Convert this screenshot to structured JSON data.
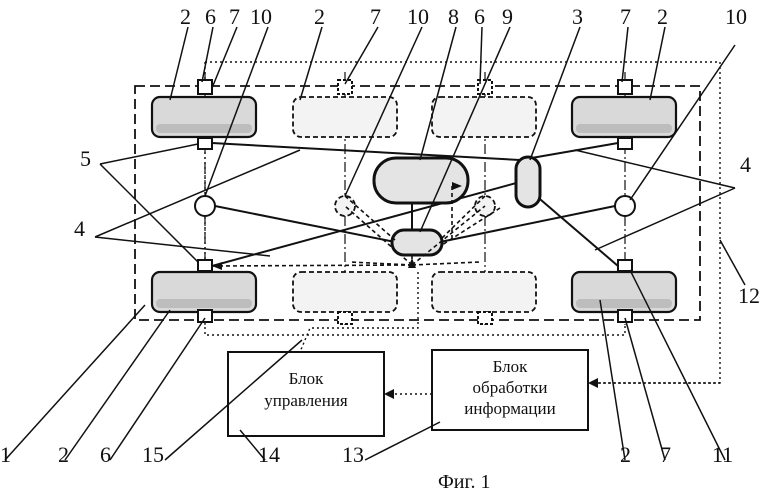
{
  "figure": {
    "caption": "Фиг. 1",
    "blocks": {
      "control_unit": [
        "Блок",
        "управления"
      ],
      "info_unit": [
        "Блок",
        "обработки",
        "информации"
      ]
    },
    "labels": {
      "top": [
        "2",
        "6",
        "7",
        "10",
        "2",
        "7",
        "10",
        "8",
        "6",
        "9",
        "3",
        "7",
        "2",
        "10"
      ],
      "left_5": "5",
      "left_4": "4",
      "right_4": "4",
      "right_12": "12",
      "bottom": [
        "1",
        "2",
        "6",
        "15",
        "14",
        "13",
        "2",
        "7",
        "11"
      ]
    }
  },
  "colors": {
    "ink": "#111111",
    "wheel_fill": "#d9d9d9",
    "paper": "#ffffff"
  }
}
